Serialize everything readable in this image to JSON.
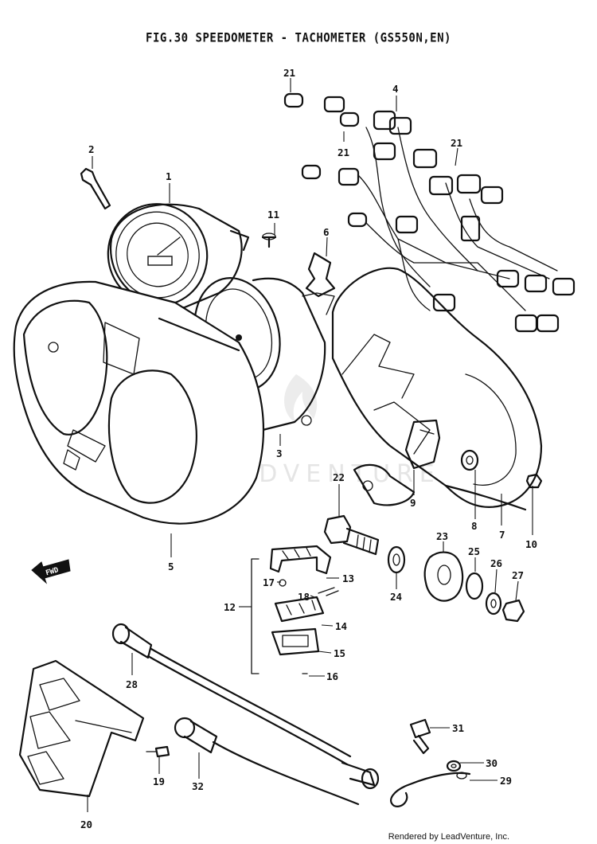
{
  "title": "FIG.30  SPEEDOMETER - TACHOMETER (GS550N,EN)",
  "direction_marker": "FWD",
  "watermark": "LEADVENTURE",
  "credit": "Rendered by LeadVenture, Inc.",
  "callouts": {
    "c1": "1",
    "c2": "2",
    "c3": "3",
    "c4": "4",
    "c5": "5",
    "c6": "6",
    "c7": "7",
    "c8": "8",
    "c9": "9",
    "c10": "10",
    "c11": "11",
    "c12": "12",
    "c13": "13",
    "c14": "14",
    "c15": "15",
    "c16": "16",
    "c17": "17",
    "c18": "18",
    "c19": "19",
    "c20": "20",
    "c21a": "21",
    "c21b": "21",
    "c21c": "21",
    "c22": "22",
    "c23": "23",
    "c24": "24",
    "c25": "25",
    "c26": "26",
    "c27": "27",
    "c28": "28",
    "c29": "29",
    "c30": "30",
    "c31": "31",
    "c32": "32"
  }
}
